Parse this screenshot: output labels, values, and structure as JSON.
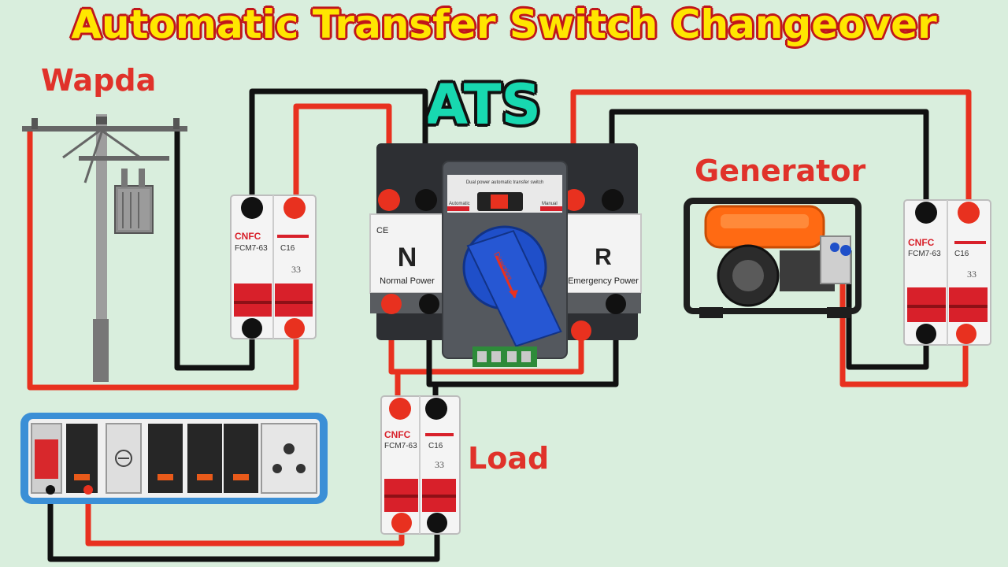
{
  "title": "Automatic Transfer Switch Changeover",
  "subtitle": "ATS",
  "labels": {
    "source_normal": "Wapda",
    "source_emergency": "Generator",
    "load": "Load"
  },
  "ats_unit": {
    "header_text": "Dual power automatic transfer switch",
    "ce_mark": "CE",
    "normal_letter": "N",
    "normal_text": "Normal Power",
    "emergency_letter": "R",
    "emergency_text": "Emergency Power",
    "knob_text": "Direction",
    "auto_label": "Automatic",
    "manual_label": "Manual"
  },
  "breakers": [
    {
      "brand": "CNFC",
      "model": "FCM7-63",
      "rating": "C16",
      "marking": "33"
    },
    {
      "brand": "CNFC",
      "model": "FCM7-63",
      "rating": "C16",
      "marking": "33"
    },
    {
      "brand": "CNFC",
      "model": "FCM7-63",
      "rating": "C16",
      "marking": "33"
    }
  ],
  "colors": {
    "live_wire": "#e8311f",
    "neutral_wire": "#111111",
    "title_fill": "#ffe600",
    "title_outline": "#c0161b",
    "ats_text": "#18d8b0",
    "label_red": "#e0322a",
    "background": "#d9eedd"
  },
  "icons": [
    "utility-pole-icon",
    "generator-icon",
    "switchboard-icon",
    "socket-icon",
    "fan-switch-icon"
  ]
}
